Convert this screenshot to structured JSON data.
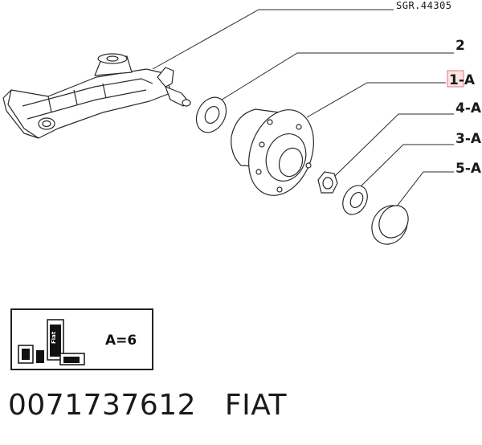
{
  "reference": "SGR.44305",
  "callouts": [
    {
      "id": "c2",
      "label": "2"
    },
    {
      "id": "c1a",
      "label": "1-A",
      "highlight_color": "#e88a8a",
      "highlighted": true
    },
    {
      "id": "c4a",
      "label": "4-A"
    },
    {
      "id": "c3a",
      "label": "3-A"
    },
    {
      "id": "c5a",
      "label": "5-A"
    }
  ],
  "legend": {
    "quantity_text": "A=6",
    "icon": "packaged-parts-icon",
    "package_text": "Fiat"
  },
  "footer": {
    "part_number": "0071737612",
    "brand": "FIAT"
  },
  "colors": {
    "line": "#2a2a2a",
    "highlight": "#e88a8a"
  }
}
